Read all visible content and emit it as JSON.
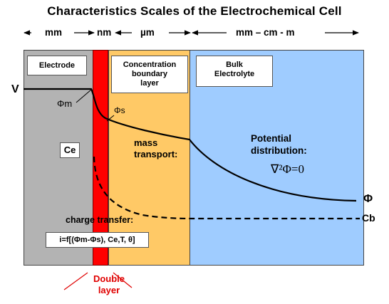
{
  "title": "Characteristics Scales of the Electrochemical Cell",
  "scales": {
    "electrode": "mm",
    "double_layer": "nm",
    "concentration": "µm",
    "bulk": "mm – cm - m"
  },
  "regions": {
    "electrode": "Electrode",
    "concentration": "Concentration boundary layer",
    "bulk": "Bulk Electrolyte"
  },
  "labels": {
    "V": "V",
    "phi_m": "Φm",
    "phi_s": "Φs",
    "Ce": "Ce",
    "mass_transport": "mass transport:",
    "potential_distribution": "Potential distribution:",
    "laplace": "∇²Φ=0",
    "phi": "Φ",
    "Cb": "Cb",
    "charge_transfer": "charge transfer:",
    "rate_equation": "i=f[(Φm-Φs), Ce,T, θ]",
    "double_layer": "Double layer"
  },
  "colors": {
    "electrode": "#b3b3b3",
    "double_layer": "#ff0000",
    "concentration": "#ffc966",
    "bulk": "#9fccff"
  }
}
